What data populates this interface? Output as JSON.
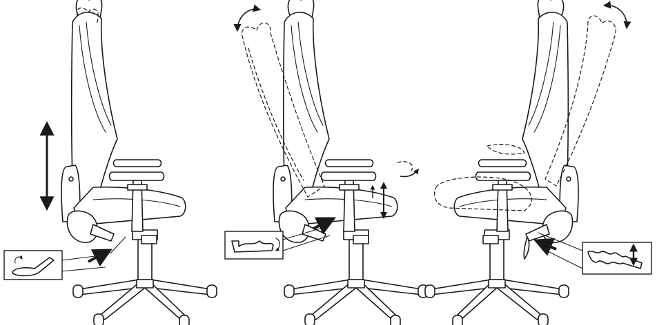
{
  "figure": {
    "panels": [
      {
        "id": "height-adjust",
        "lever_icon": "lever-handle-icon",
        "arrow_icon": "vertical-double-arrow-icon"
      },
      {
        "id": "recline-adjust",
        "lever_icon": "rocking-lever-icon",
        "arrow_icon": "rotate-arrow-icon"
      },
      {
        "id": "tilt-adjust",
        "lever_icon": "knob-lever-icon",
        "arrow_icon": "rotate-arrow-icon"
      }
    ],
    "colors": {
      "line": "#1a1a1a",
      "background": "#ffffff"
    }
  }
}
